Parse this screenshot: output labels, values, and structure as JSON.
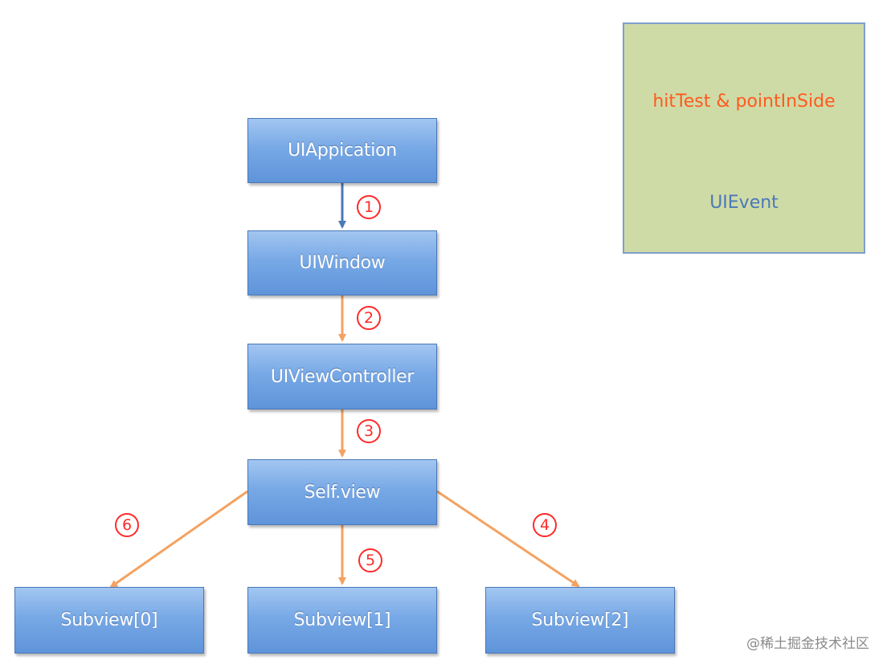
{
  "nodes": {
    "uiapplication": "UIAppication",
    "uiwindow": "UIWindow",
    "uiviewcontroller": "UIViewController",
    "selfview": "Self.view",
    "subview0": "Subview[0]",
    "subview1": "Subview[1]",
    "subview2": "Subview[2]"
  },
  "steps": [
    "1",
    "2",
    "3",
    "4",
    "5",
    "6"
  ],
  "legend": {
    "orange_label": "hitTest & pointInSide",
    "blue_label": "UIEvent"
  },
  "colors": {
    "orange_arrow": "#f4a261",
    "blue_arrow": "#4a78b8",
    "step_marker": "#ff2a2a",
    "legend_background": "#cfdba7",
    "node_fill": "#78a9e6"
  },
  "watermark": "@稀土掘金技术社区"
}
